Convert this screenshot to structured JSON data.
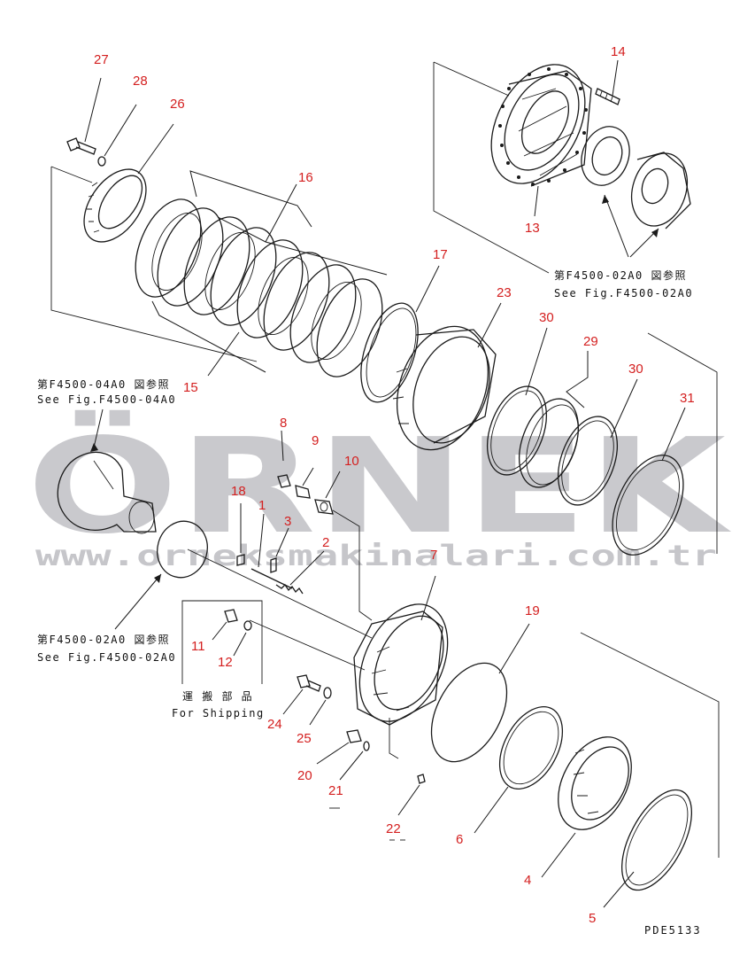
{
  "watermark": {
    "brand": "ÖRNEK",
    "url": "www.orneksmakinalari.com.tr"
  },
  "references": {
    "f4500_04a0_jp": "第F4500-04A0 図参照",
    "f4500_04a0_en": "See Fig.F4500-04A0",
    "f4500_02a0_top_jp": "第F4500-02A0 図参照",
    "f4500_02a0_top_en": "See Fig.F4500-02A0",
    "f4500_02a0_left_jp": "第F4500-02A0 図参照",
    "f4500_02a0_left_en": "See Fig.F4500-02A0"
  },
  "shipping": {
    "jp": "運 搬 部 品",
    "en": "For Shipping"
  },
  "figure_code": "PDE5133",
  "callouts": {
    "c1": "1",
    "c2": "2",
    "c3": "3",
    "c4": "4",
    "c5": "5",
    "c6": "6",
    "c7": "7",
    "c8": "8",
    "c9": "9",
    "c10": "10",
    "c11": "11",
    "c12": "12",
    "c13": "13",
    "c14": "14",
    "c15": "15",
    "c16": "16",
    "c17": "17",
    "c18": "18",
    "c19": "19",
    "c20": "20",
    "c21": "21",
    "c22": "22",
    "c23": "23",
    "c24": "24",
    "c25": "25",
    "c26": "26",
    "c27": "27",
    "c28": "28",
    "c29": "29",
    "c30a": "30",
    "c30b": "30",
    "c31": "31"
  },
  "colors": {
    "callout": "#d42020",
    "line": "#1a1a1a",
    "watermark": "#c9c9cd"
  }
}
